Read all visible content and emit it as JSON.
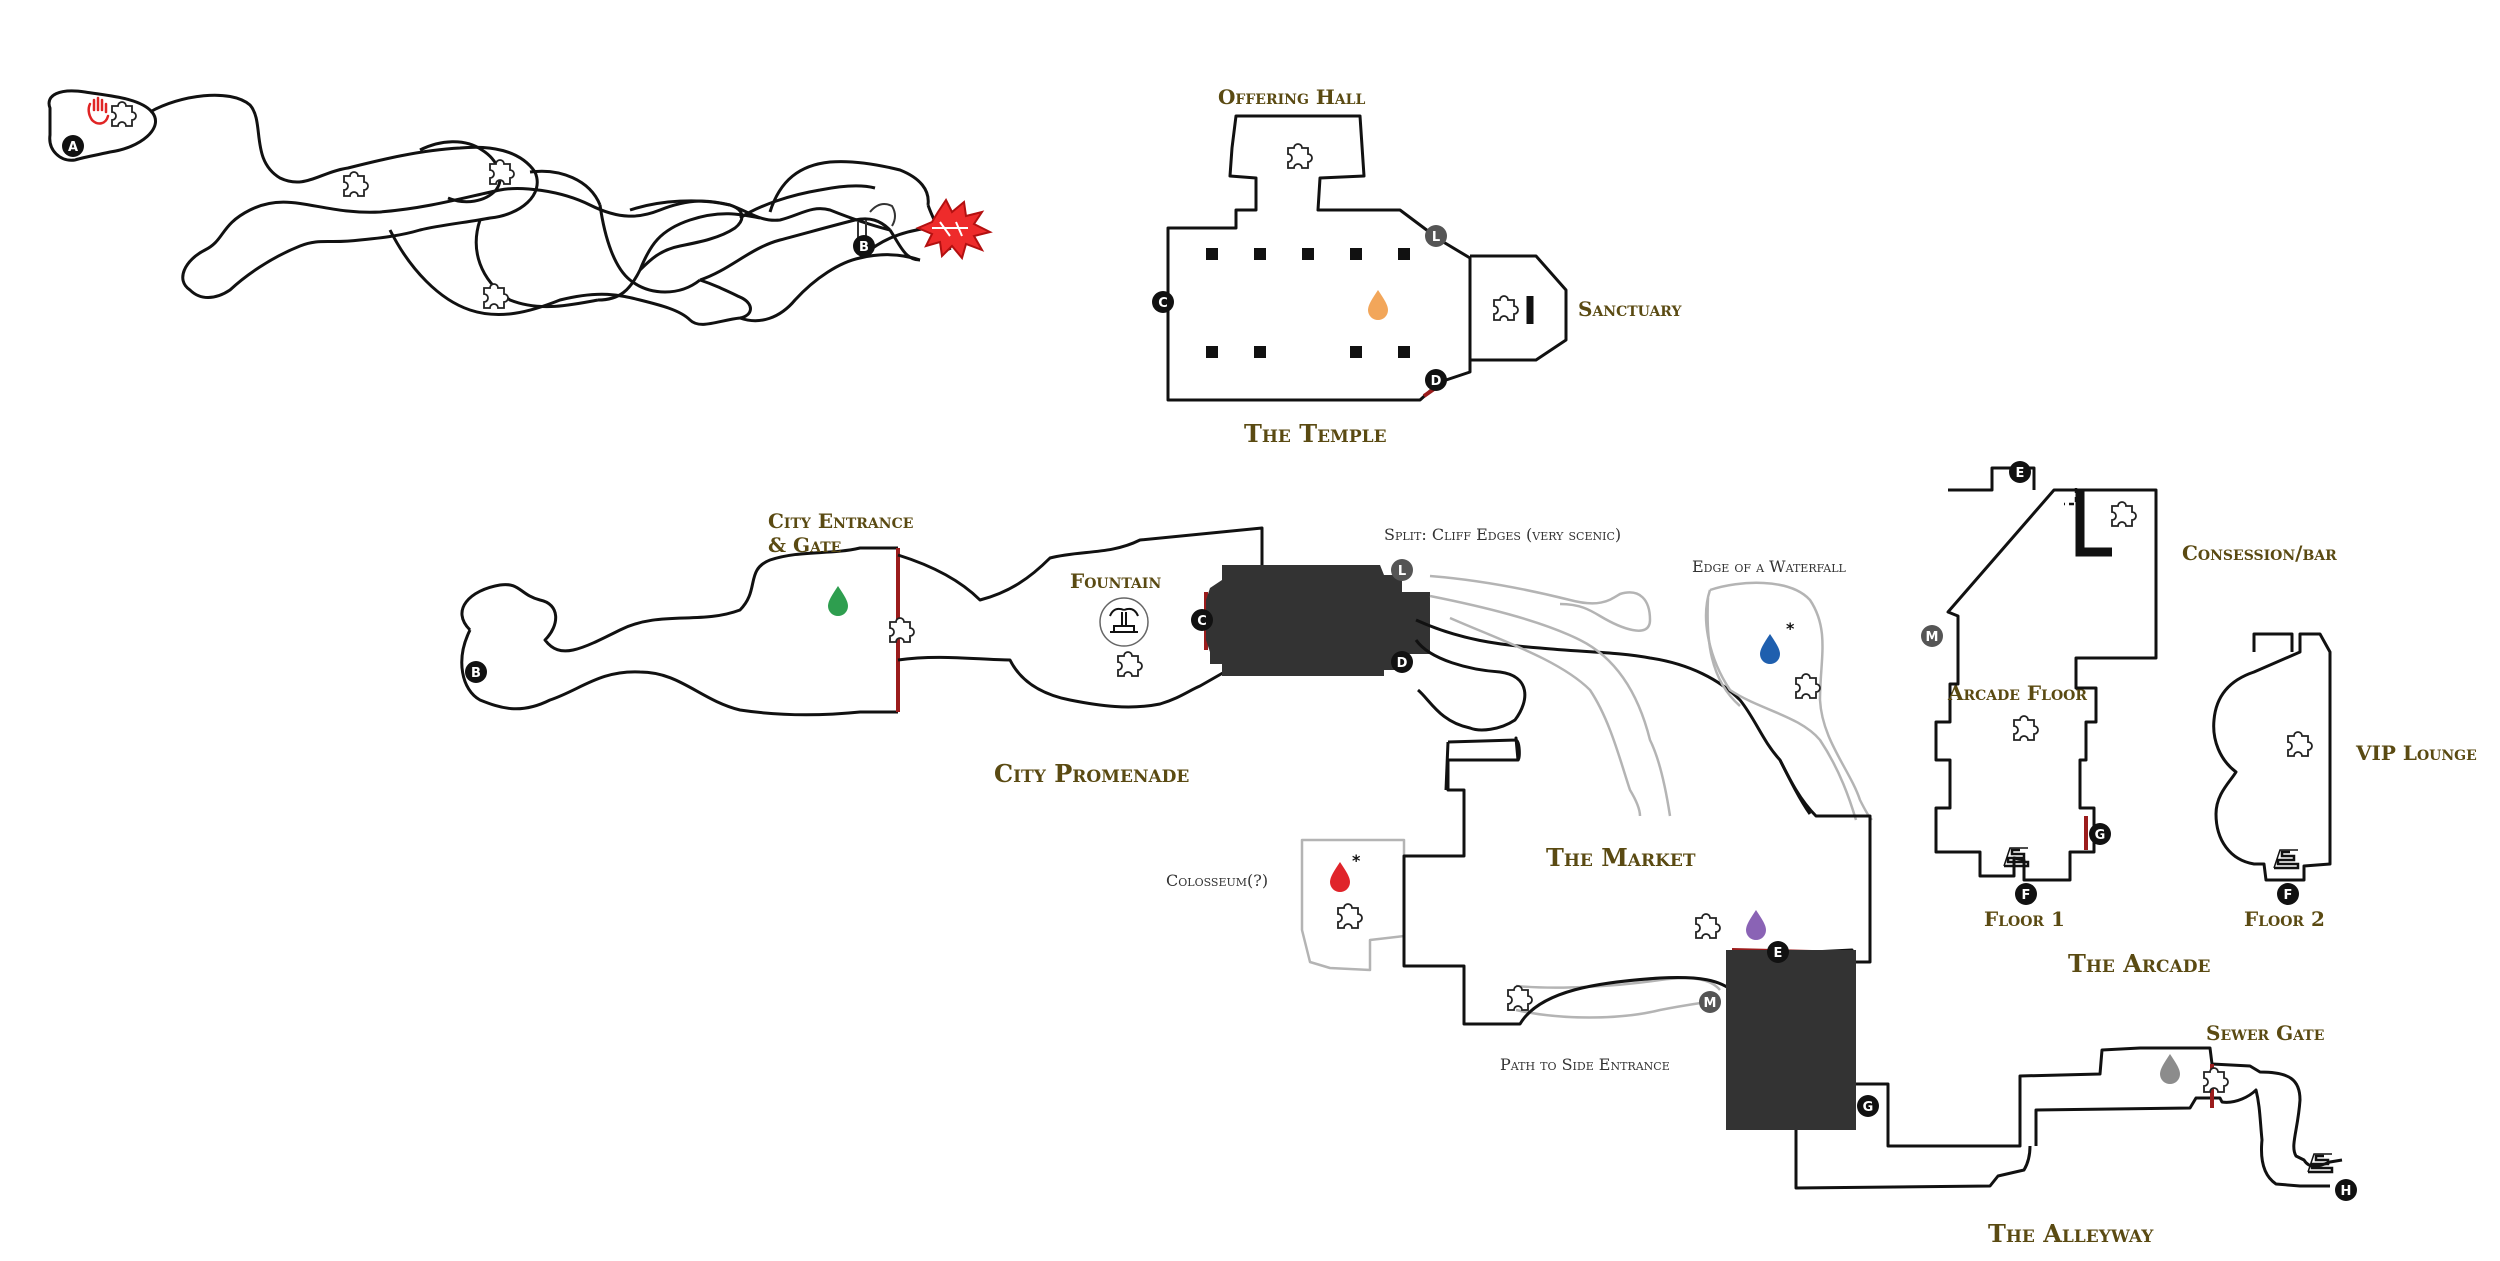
{
  "areas": {
    "offering_hall": "Offering Hall",
    "sanctuary": "Sanctuary",
    "temple": "The Temple",
    "city_entrance_1": "City Entrance",
    "city_entrance_2": "& Gate",
    "fountain": "Fountain",
    "city_promenade": "City Promenade",
    "split_cliff": "Split: Cliff Edges (very scenic)",
    "edge_waterfall": "Edge of a Waterfall",
    "market": "The Market",
    "colosseum": "Colosseum(?)",
    "path_side": "Path to Side Entrance",
    "concession": "Consession/bar",
    "arcade_floor": "Arcade Floor",
    "vip_lounge": "VIP Lounge",
    "floor1": "Floor 1",
    "floor2": "Floor 2",
    "arcade": "The Arcade",
    "sewer_gate": "Sewer Gate",
    "alleyway": "The Alleyway"
  },
  "markers": {
    "A": "A",
    "B": "B",
    "C": "C",
    "D": "D",
    "E": "E",
    "F": "F",
    "G": "G",
    "H": "H",
    "L": "L",
    "M": "M"
  },
  "drops": {
    "asterisk": "*",
    "colors": {
      "temple": "#f2a65a",
      "city_entrance": "#2e9e4f",
      "waterfall": "#1f5fae",
      "colosseum": "#e0242a",
      "market": "#8a63b5",
      "sewer": "#8c8c8c"
    }
  },
  "icons": {
    "puzzle": "puzzle-piece-icon",
    "hand": "hand-icon",
    "fountain": "fountain-icon",
    "stairs": "stairs-icon",
    "burst": "explosion-burst-icon"
  },
  "colors": {
    "wall": "#111111",
    "faint_path": "#b4b4b4",
    "door": "#9b1c1c",
    "label": "#5a4a12",
    "block": "#333333"
  }
}
